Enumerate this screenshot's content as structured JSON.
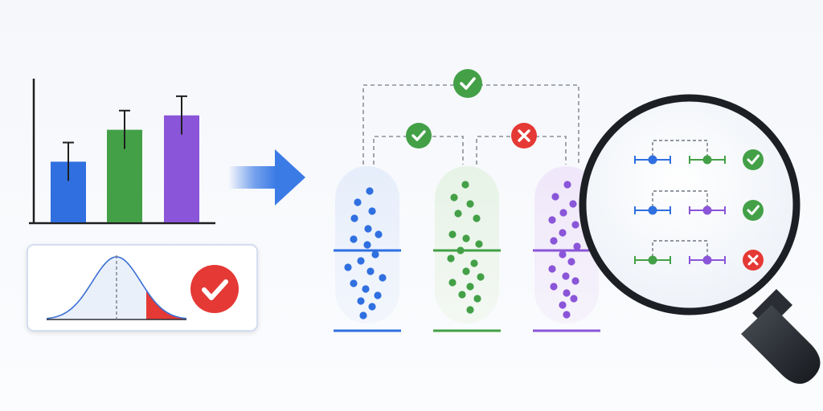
{
  "colors": {
    "blue": "#2f6fe0",
    "green": "#43a047",
    "purple": "#8a55d8",
    "success": "#43a047",
    "fail": "#e53935",
    "axis": "#1f1f1f",
    "dashed": "#8a8f99",
    "lens_ring": "#1c1f24"
  },
  "chart_data": {
    "type": "bar",
    "categories": [
      "",
      "",
      ""
    ],
    "series": [
      {
        "values": [
          38,
          58,
          67
        ]
      }
    ],
    "error": [
      12,
      12,
      12
    ],
    "ylim": [
      0,
      90
    ],
    "bar_colors": [
      "blue",
      "green",
      "purple"
    ],
    "title": "",
    "xlabel": "",
    "ylabel": ""
  },
  "distribution_panel": {
    "curve": "normal",
    "critical_region": "right-tail",
    "result_icon": "check-circle-icon",
    "result": "pass"
  },
  "flow_arrow_icon": "arrow-right-icon",
  "groups": [
    {
      "color": "blue",
      "role": "group-1"
    },
    {
      "color": "green",
      "role": "group-2"
    },
    {
      "color": "purple",
      "role": "group-3"
    }
  ],
  "comparisons": [
    {
      "pair": [
        "group-1",
        "group-2"
      ],
      "result": "pass",
      "icon": "check-circle-icon"
    },
    {
      "pair": [
        "group-2",
        "group-3"
      ],
      "result": "fail",
      "icon": "x-circle-icon"
    },
    {
      "pair": [
        "group-1",
        "group-3"
      ],
      "result": "pass",
      "icon": "check-circle-icon"
    }
  ],
  "magnifier": {
    "icon": "magnifier-icon",
    "rows": [
      {
        "left": "blue",
        "right": "green",
        "result": "pass",
        "icon": "check-circle-icon"
      },
      {
        "left": "blue",
        "right": "purple",
        "result": "pass",
        "icon": "check-circle-icon"
      },
      {
        "left": "green",
        "right": "purple",
        "result": "fail",
        "icon": "x-circle-icon"
      }
    ]
  }
}
